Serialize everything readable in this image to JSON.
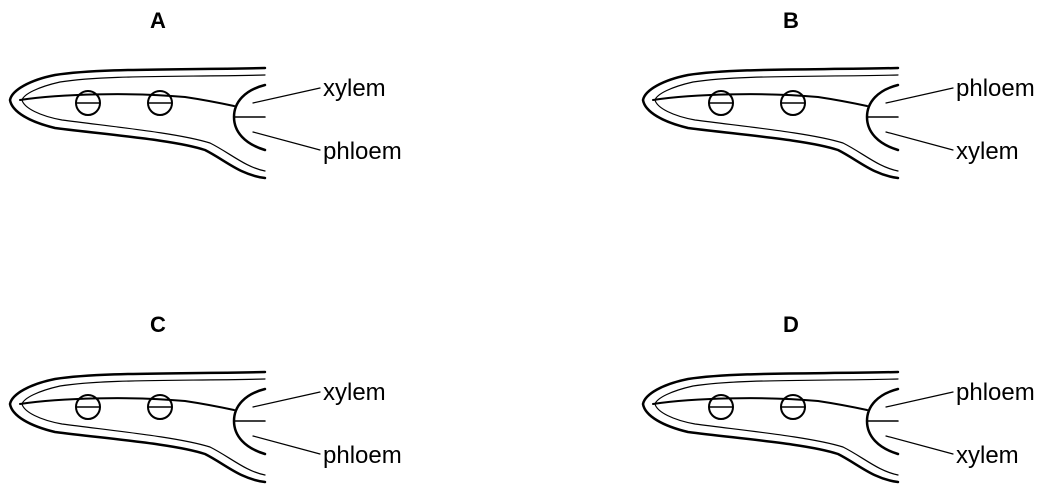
{
  "panels": [
    {
      "letter": "A",
      "upper_label": "xylem",
      "lower_label": "phloem"
    },
    {
      "letter": "B",
      "upper_label": "phloem",
      "lower_label": "xylem"
    },
    {
      "letter": "C",
      "upper_label": "xylem",
      "lower_label": "phloem"
    },
    {
      "letter": "D",
      "upper_label": "phloem",
      "lower_label": "xylem"
    }
  ]
}
